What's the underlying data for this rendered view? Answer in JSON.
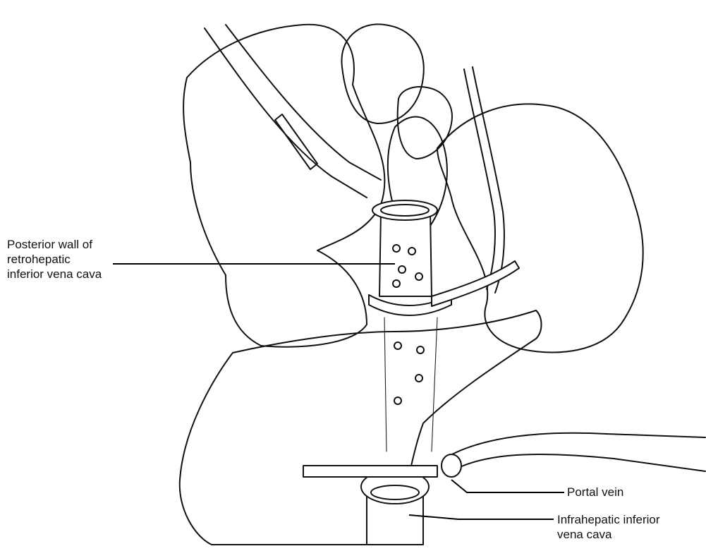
{
  "labels": {
    "posterior_wall": [
      "Posterior wall of",
      "retrohepatic",
      "inferior vena cava"
    ],
    "portal_vein": "Portal vein",
    "infrahepatic": [
      "Infrahepatic inferior",
      "vena cava"
    ]
  },
  "colors": {
    "ink": "#111111",
    "background": "#ffffff"
  }
}
